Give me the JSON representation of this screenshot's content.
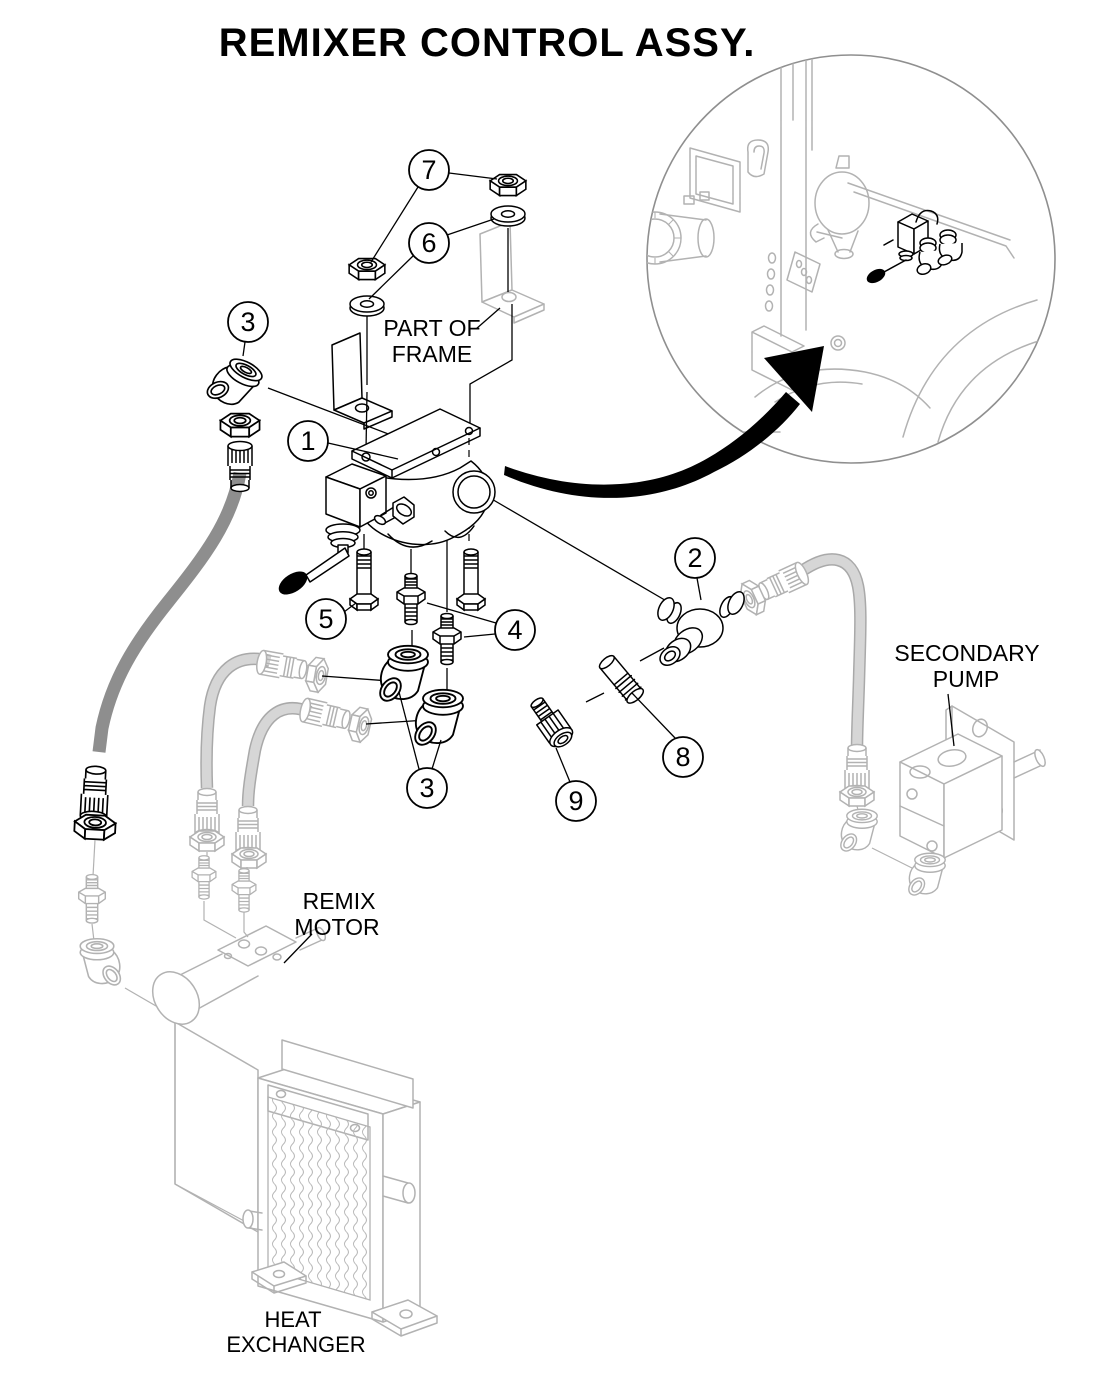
{
  "title": "REMIXER CONTROL ASSY.",
  "callouts": {
    "item1": "1",
    "item2": "2",
    "item3": "3",
    "item4": "4",
    "item5": "5",
    "item6": "6",
    "item7": "7",
    "item8": "8",
    "item9": "9"
  },
  "labels": {
    "part_of_frame": {
      "line1": "PART OF",
      "line2": "FRAME"
    },
    "remix_motor": {
      "line1": "REMIX",
      "line2": "MOTOR"
    },
    "secondary_pump": {
      "line1": "SECONDARY",
      "line2": "PUMP"
    },
    "heat_exchanger": {
      "line1": "HEAT",
      "line2": "EXCHANGER"
    }
  },
  "colors": {
    "line": "#000000",
    "ghost_line": "#b2b2b2",
    "hose_dark": "#8e8e8e",
    "hose_light": "#d6d6d6",
    "background": "#ffffff",
    "lever_knob": "#000000"
  }
}
